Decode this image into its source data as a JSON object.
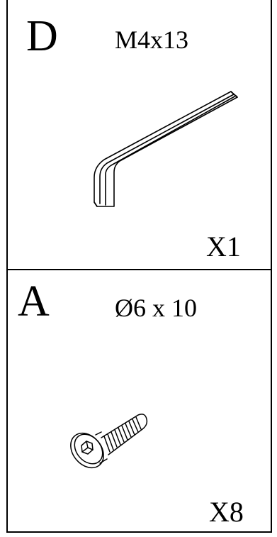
{
  "parts": [
    {
      "letter": "D",
      "spec": "M4x13",
      "quantity": "X1",
      "icon": "allen-key-icon"
    },
    {
      "letter": "A",
      "spec": "Ø6 x 10",
      "quantity": "X8",
      "icon": "hex-socket-screw-icon"
    }
  ],
  "colors": {
    "line": "#000000",
    "background": "#ffffff"
  }
}
